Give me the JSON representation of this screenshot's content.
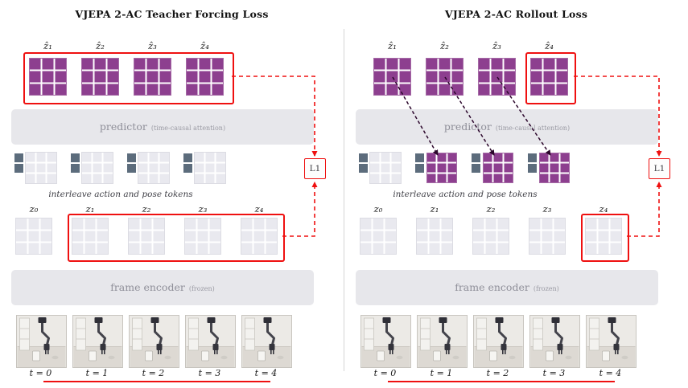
{
  "colors": {
    "predicted_latent": "#8d3f8f",
    "context_latent": "#e9e9ef",
    "action_pose_token": "#5c6c7c",
    "module_bar": "#e7e7eb",
    "loss_red": "#ef1010",
    "rollout_arrow": "#2b062b"
  },
  "panels": [
    {
      "title": "VJEPA 2-AC Teacher Forcing Loss",
      "zhat_labels": [
        "ẑ₁",
        "ẑ₂",
        "ẑ₃",
        "ẑ₄"
      ],
      "predictor": {
        "label": "predictor",
        "note": "(time-causal attention)"
      },
      "interleave_caption": "interleave action and pose tokens",
      "z_labels": [
        "z₀",
        "z₁",
        "z₂",
        "z₃",
        "z₄"
      ],
      "encoder": {
        "label": "frame encoder",
        "note": "(frozen)"
      },
      "frame_labels": [
        "t = 0",
        "t = 1",
        "t = 2",
        "t = 3",
        "t = 4"
      ],
      "loss_label": "L1"
    },
    {
      "title": "VJEPA 2-AC Rollout Loss",
      "zhat_labels": [
        "ẑ₁",
        "ẑ₂",
        "ẑ₃",
        "ẑ₄"
      ],
      "predictor": {
        "label": "predictor",
        "note": "(time-causal attention)"
      },
      "interleave_caption": "interleave action and pose tokens",
      "z_labels": [
        "z₀",
        "z₁",
        "z₂",
        "z₃",
        "z₄"
      ],
      "encoder": {
        "label": "frame encoder",
        "note": "(frozen)"
      },
      "frame_labels": [
        "t = 0",
        "t = 1",
        "t = 2",
        "t = 3",
        "t = 4"
      ],
      "loss_label": "L1"
    }
  ]
}
